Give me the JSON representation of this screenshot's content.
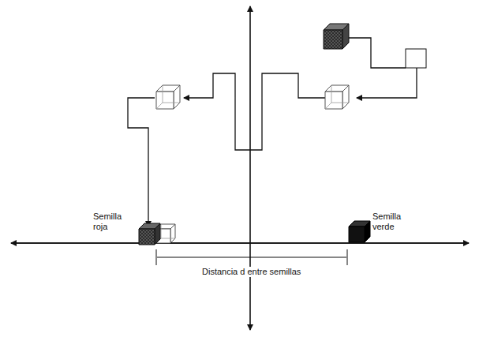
{
  "diagram": {
    "labels": [
      "Semilla roja",
      "Semilla verde",
      "Distancia d entre semillas"
    ]
  }
}
